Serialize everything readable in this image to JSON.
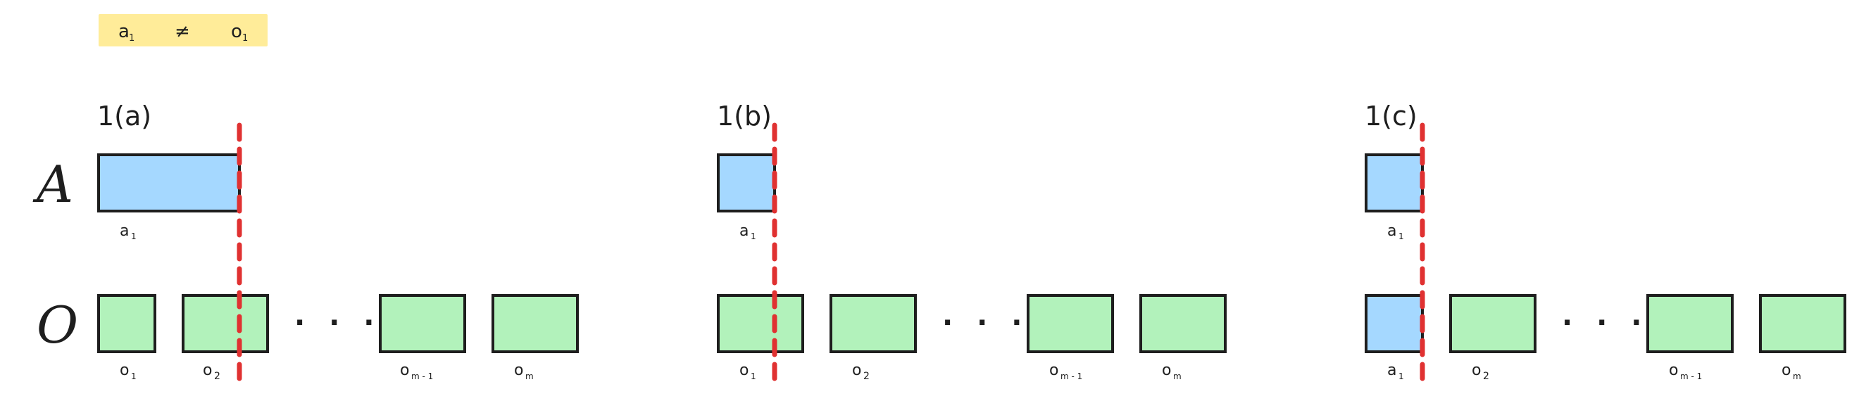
{
  "note": {
    "left": "a",
    "left_sub": "1",
    "op": "≠",
    "right": "o",
    "right_sub": "1"
  },
  "row_labels": {
    "top": "A",
    "bottom": "O"
  },
  "panels": [
    {
      "title": "1(a)",
      "a_label": "a",
      "a_sub": "1",
      "o_labels": [
        {
          "base": "o",
          "sub": "1"
        },
        {
          "base": "o",
          "sub": "2"
        },
        {
          "base": "o",
          "sub": "m - 1"
        },
        {
          "base": "o",
          "sub": "m"
        }
      ],
      "ellipsis": "· · ·"
    },
    {
      "title": "1(b)",
      "a_label": "a",
      "a_sub": "1",
      "o_labels": [
        {
          "base": "o",
          "sub": "1"
        },
        {
          "base": "o",
          "sub": "2"
        },
        {
          "base": "o",
          "sub": "m - 1"
        },
        {
          "base": "o",
          "sub": "m"
        }
      ],
      "ellipsis": "· · ·"
    },
    {
      "title": "1(c)",
      "a_label": "a",
      "a_sub": "1",
      "o_labels": [
        {
          "base": "a",
          "sub": "1"
        },
        {
          "base": "o",
          "sub": "2"
        },
        {
          "base": "o",
          "sub": "m - 1"
        },
        {
          "base": "o",
          "sub": "m"
        }
      ],
      "ellipsis": "· · ·"
    }
  ],
  "colors": {
    "blue": "#a5d8ff",
    "green": "#b2f2bb",
    "note": "#ffec99",
    "cut": "#e03131",
    "stroke": "#1e1e1e"
  }
}
